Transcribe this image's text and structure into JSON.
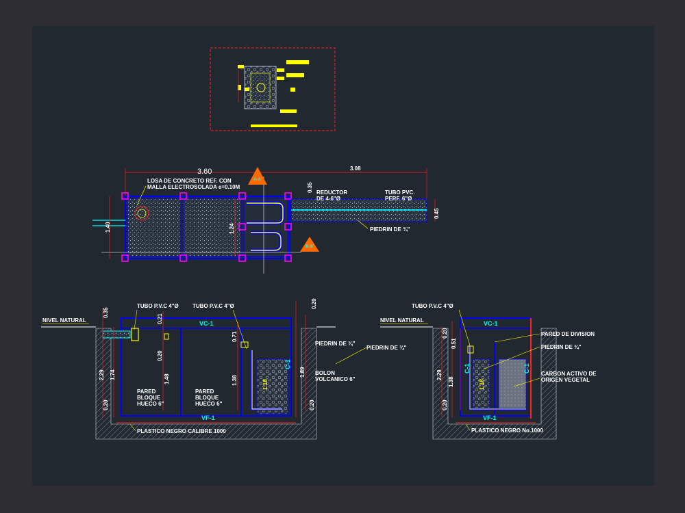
{
  "plan_labels": {
    "losa_line1": "LOSA DE CONCRETO REF. CON",
    "losa_line2": "MALLA ELECTROSOLADA e=0.10M",
    "reductor_line1": "REDUCTOR",
    "reductor_line2": "DE 4-6\"Ø",
    "tubo_line1": "TUBO PVC.",
    "tubo_line2": "PERF. 6\"Ø",
    "piedrin": "PIEDRIN DE ¾\""
  },
  "plan_dims": {
    "length_total": "3.60",
    "length_drain": "3.08",
    "width_left": "1.40",
    "width_inner": "1.24",
    "pipe_height": "0.35",
    "drain_width": "0.45"
  },
  "section_tags": {
    "a": "A\nA'",
    "b": "B\nB'"
  },
  "section_a": {
    "nivel": "NIVEL NATURAL",
    "tubo1": "TUBO P.V.C 4\"Ø",
    "tubo2": "TUBO P.V.C 4\"Ø",
    "vc": "VC-1",
    "vf": "VF-1",
    "c1": "C-1",
    "piedrin_a": "PIEDRIN DE ¾\"",
    "piedrin_b": "PIEDRIN DE ¾\"",
    "bolon_line1": "BOLON",
    "bolon_line2": "VOLCANICO 6\"",
    "pared1_l1": "PARED",
    "pared1_l2": "BLOQUE",
    "pared1_l3": "HUECO 6\"",
    "pared2_l1": "PARED",
    "pared2_l2": "BLOQUE",
    "pared2_l3": "HUECO 6\"",
    "plastico": "PLASTICO NEGRO CALIBRE 1000",
    "dims": {
      "d035": "0.35",
      "d229": "2.29",
      "d174": "1.74",
      "d020a": "0.20",
      "d021": "0.21",
      "d020b": "0.20",
      "d148": "1.48",
      "d071": "0.71",
      "d138": "1.38",
      "d118": "1.18",
      "d020c": "0.20",
      "d189": "1.89",
      "d020d": "0.20"
    }
  },
  "section_b": {
    "nivel": "NIVEL NATURAL",
    "tubo": "TUBO P.V.C 4\"Ø",
    "vc": "VC-1",
    "vf": "VF-1",
    "c1a": "C-1",
    "c1b": "C-1",
    "pared_div": "PARED DE DIVISION",
    "piedrin": "PIEDRIN DE ¾\"",
    "carbon_line1": "CARBON ACTIVO DE",
    "carbon_line2": "ORIGEN VEGETAL",
    "plastico": "PLASTICO NEGRO No.1000",
    "dims": {
      "d020a": "0.20",
      "d051": "0.51",
      "d229": "2.29",
      "d138": "1.38",
      "d118": "1.18",
      "d020b": "0.20"
    }
  },
  "colors": {
    "background": "#212830",
    "wall": "#0000ff",
    "dimension": "#ff0000",
    "label": "#ffff00",
    "accent": "#ff00ff",
    "cyan": "#00ffff"
  }
}
